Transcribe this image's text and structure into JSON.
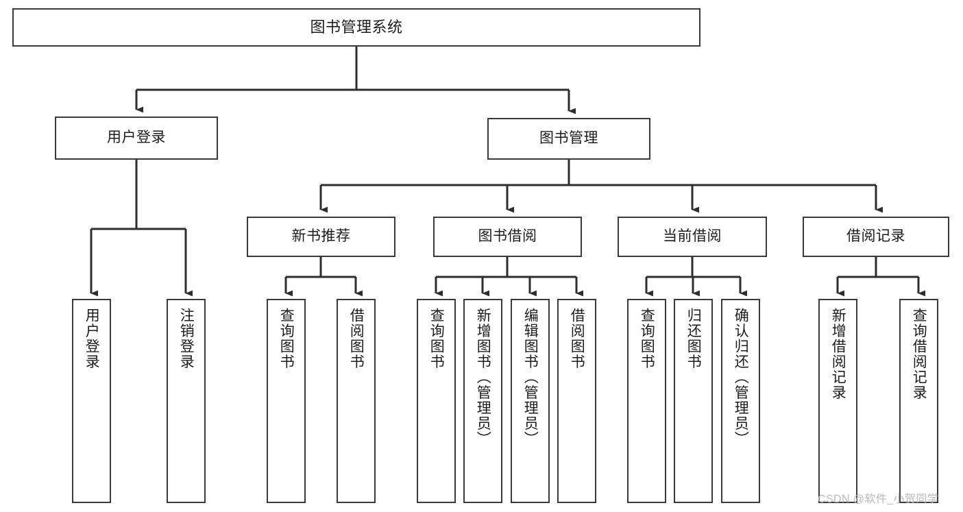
{
  "diagram": {
    "title": "图书管理系统",
    "type": "tree-hierarchy-diagram",
    "orientation": "top-down",
    "colors": {
      "stroke": "#3a3a3a",
      "fill": "#ffffff",
      "text": "#1c1c1c",
      "watermark": "#b9b9b9"
    },
    "levels": {
      "root": {
        "label": "图书管理系统"
      },
      "level2": [
        {
          "label": "用户登录"
        },
        {
          "label": "图书管理"
        }
      ],
      "level3": [
        {
          "label": "新书推荐"
        },
        {
          "label": "图书借阅"
        },
        {
          "label": "当前借阅"
        },
        {
          "label": "借阅记录"
        }
      ],
      "leaves": [
        {
          "label": "用户登录",
          "parent": "用户登录"
        },
        {
          "label": "注销登录",
          "parent": "用户登录"
        },
        {
          "label": "查询图书",
          "parent": "新书推荐"
        },
        {
          "label": "借阅图书",
          "parent": "新书推荐"
        },
        {
          "label": "查询图书",
          "parent": "图书借阅"
        },
        {
          "label": "新增图书（管理员）",
          "parent": "图书借阅"
        },
        {
          "label": "编辑图书（管理员）",
          "parent": "图书借阅"
        },
        {
          "label": "借阅图书",
          "parent": "图书借阅"
        },
        {
          "label": "查询图书",
          "parent": "当前借阅"
        },
        {
          "label": "归还图书",
          "parent": "当前借阅"
        },
        {
          "label": "确认归还（管理员）",
          "parent": "当前借阅"
        },
        {
          "label": "新增借阅记录",
          "parent": "借阅记录"
        },
        {
          "label": "查询借阅记录",
          "parent": "借阅记录"
        }
      ]
    }
  },
  "watermark": {
    "text": "CSDN @软件_小贺同学"
  }
}
